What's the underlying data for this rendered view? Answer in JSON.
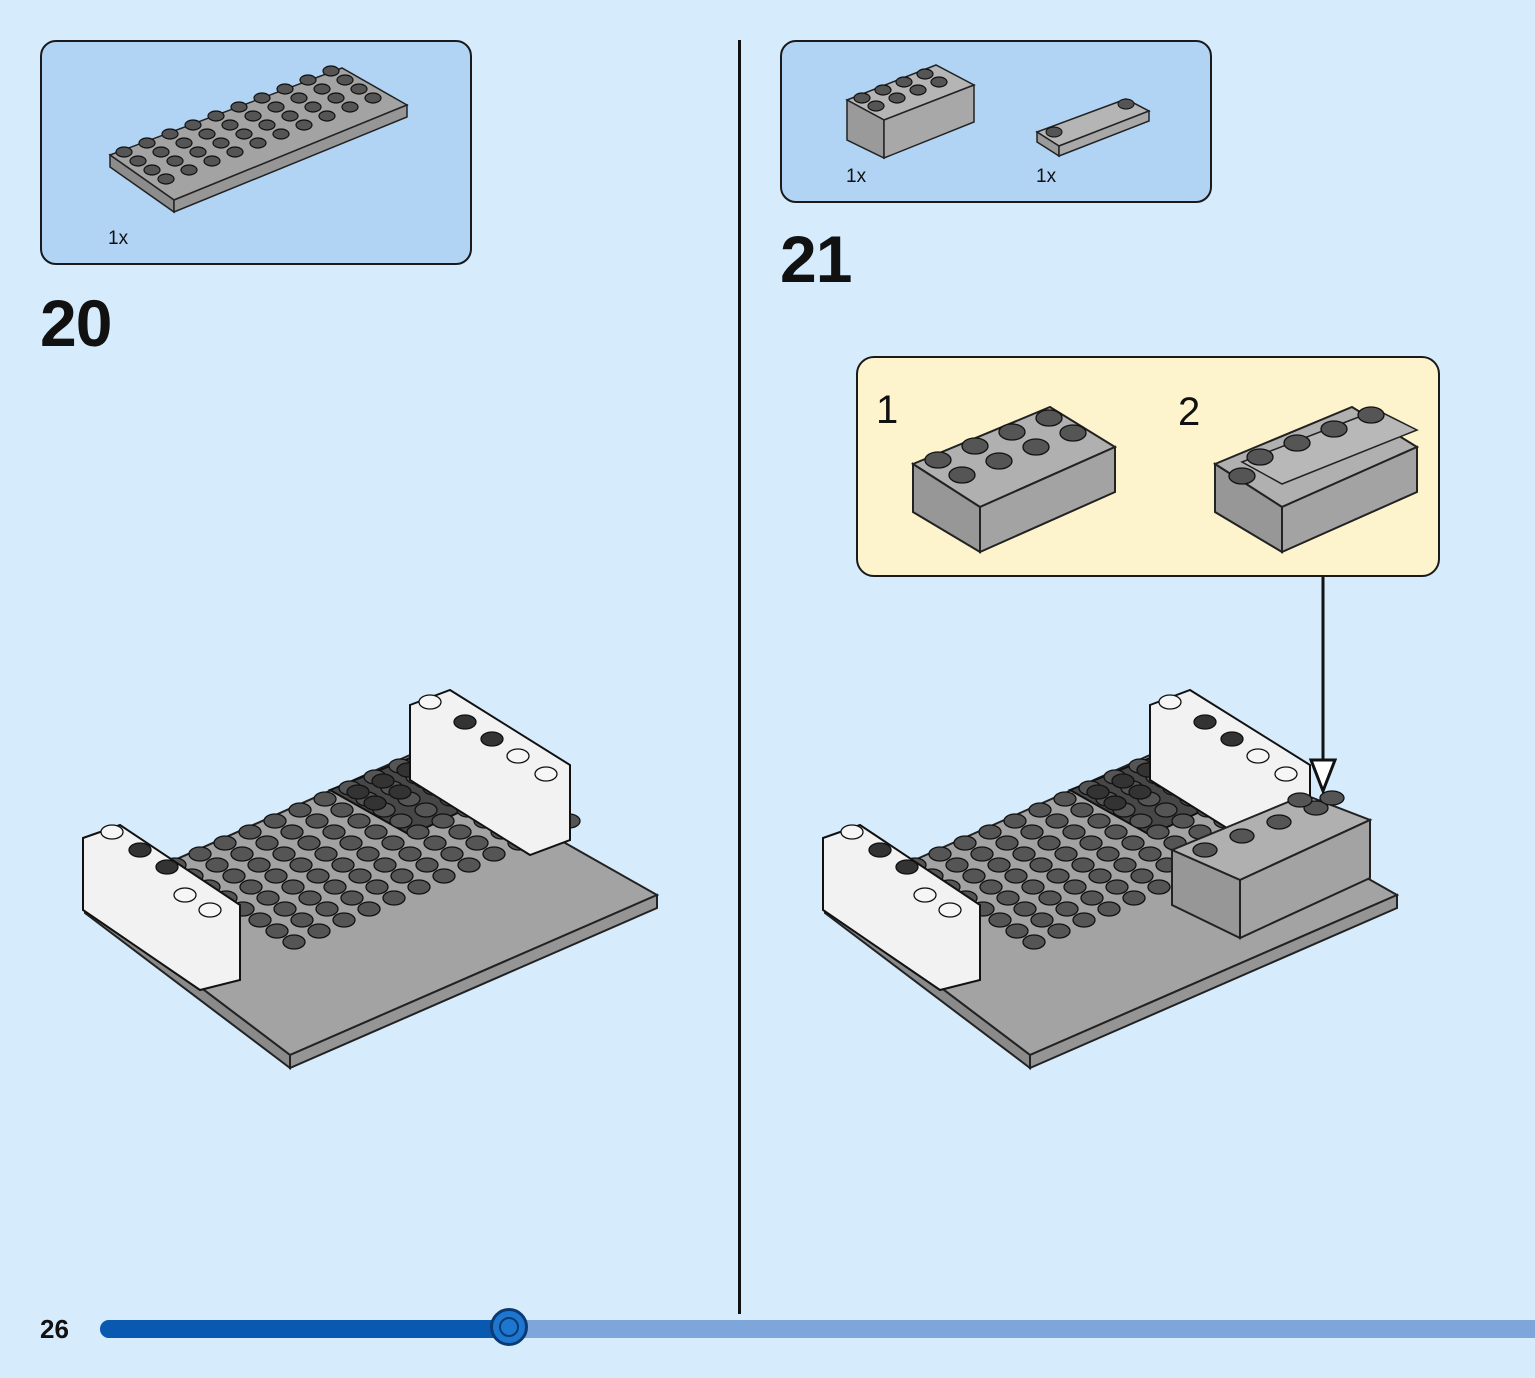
{
  "page": {
    "number": "26"
  },
  "progress": {
    "fraction": 0.285
  },
  "colors": {
    "background": "#d6ebfb",
    "parts_box": "#b1d4f4",
    "submodel_box": "#fdf3cd",
    "progress_fill": "#0a59b0",
    "progress_track": "#7fa6da",
    "brick_gray": "#a3a3a3",
    "brick_dark": "#474747",
    "brick_white": "#f4f4f4"
  },
  "steps": [
    {
      "number": "20",
      "parts": [
        {
          "qty": "1x",
          "part": "plate-4x10-gray"
        }
      ]
    },
    {
      "number": "21",
      "parts": [
        {
          "qty": "1x",
          "part": "brick-2x4-gray"
        },
        {
          "qty": "1x",
          "part": "plate-1x4-gray"
        }
      ],
      "submodel": {
        "substeps": [
          "1",
          "2"
        ]
      }
    }
  ]
}
